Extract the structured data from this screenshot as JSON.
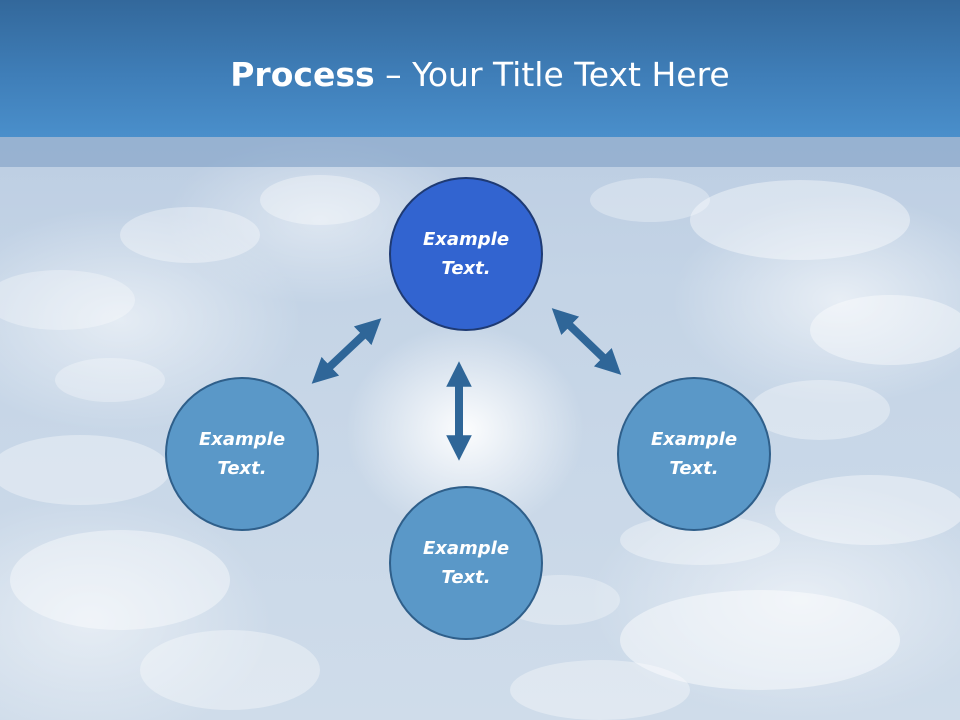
{
  "title": {
    "bold": "Process",
    "rest": " – Your Title Text Here"
  },
  "nodes": {
    "top": "Example Text.",
    "left": "Example Text.",
    "right": "Example Text.",
    "bottom": "Example Text."
  },
  "colors": {
    "header": "#3f7eb8",
    "node_fill": "#5a98c8",
    "node_highlight": "#3264d0",
    "arrow": "#2f6698"
  }
}
